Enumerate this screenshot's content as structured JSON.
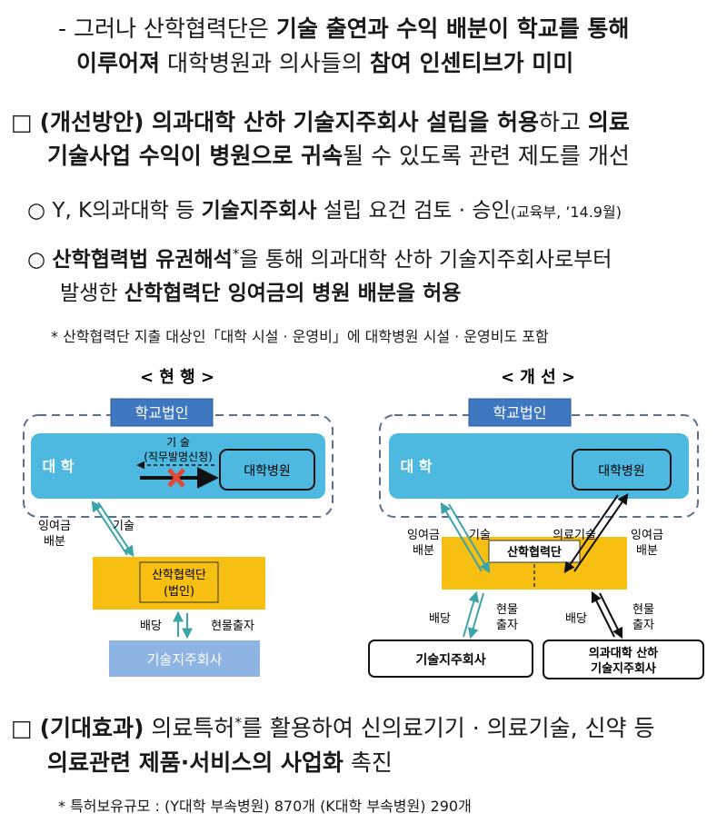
{
  "bullets": {
    "dash_line1": {
      "p1": "- 그러나 산학협력단은 ",
      "b1": "기술 출연과 수익 배분이 학교를 통해"
    },
    "dash_line2": {
      "b1": "이루어져",
      "p1": " 대학병원과 의사들의 ",
      "b2": "참여 인센티브가 미미"
    },
    "improve_line1": {
      "box": "□",
      "b1": "(개선방안) 의과대학 산하 기술지주회사 설립을 허용",
      "p1": "하고 ",
      "b2": "의료"
    },
    "improve_line2": {
      "b1": "기술사업 수익이 병원으로 귀속",
      "p1": "될 수 있도록 관련 제도를 개선"
    },
    "circle1": {
      "mark": "○",
      "p1": "Y, K의과대학 등 ",
      "b1": "기술지주회사",
      "p2": " 설립 요건 검토 · 승인",
      "p3": "(교육부, ’14.9월)"
    },
    "circle2_line1": {
      "mark": "○",
      "b1": "산학협력법 유권해석",
      "sup": "*",
      "p1": "을 통해 의과대학 산하 기술지주회사로부터"
    },
    "circle2_line2": {
      "p1": "발생한 ",
      "b1": "산학협력단 잉여금의 병원 배분을 허용"
    },
    "footnote1": "* 산학협력단 지출 대상인「대학 시설 · 운영비」에 대학병원 시설 · 운영비도 포함",
    "effect_line1": {
      "box": "□",
      "b1": "(기대효과)",
      "p1": " 의료특허",
      "sup": "*",
      "p2": "를 활용하여 신의료기기 · 의료기술, 신약 등"
    },
    "effect_line2": {
      "b1": "의료관련 제품·서비스의 사업화",
      "p1": " 촉진"
    },
    "footnote2": "* 특허보유규모 : (Y대학 부속병원) 870개 (K대학 부속병원) 290개"
  },
  "diagram_current": {
    "title": "< 현 행 >",
    "school_corp": "학교법인",
    "university": "대 학",
    "tech_label": "기 술",
    "invention_label": "(직무발명신청)",
    "hospital": "대학병원",
    "surplus": "잉여금",
    "distribution": "배분",
    "tech": "기술",
    "industry_coop": "산학협력단",
    "corp_paren": "(법인)",
    "dividend": "배당",
    "in_kind": "현물출자",
    "holding": "기술지주회사"
  },
  "diagram_improved": {
    "title": "< 개 선 >",
    "school_corp": "학교법인",
    "university": "대 학",
    "hospital": "대학병원",
    "surplus": "잉여금",
    "distribution": "배분",
    "tech": "기술",
    "med_tech": "의료기술",
    "surplus2": "잉여금",
    "distribution2": "배분",
    "industry_coop": "산학협력단",
    "dividend": "배당",
    "in_kind1": "현물",
    "in_kind2": "출자",
    "dividend2": "배당",
    "in_kind3": "현물",
    "in_kind4": "출자",
    "holding": "기술지주회사",
    "med_holding1": "의과대학 산하",
    "med_holding2": "기술지주회사"
  },
  "colors": {
    "uni_box": "#4db8e0",
    "school_box": "#3f78c0",
    "coop_box": "#f7bf12",
    "holding_box": "#8db4e2",
    "arrow_teal": "#3aa5a9",
    "cross": "#e0483a"
  }
}
